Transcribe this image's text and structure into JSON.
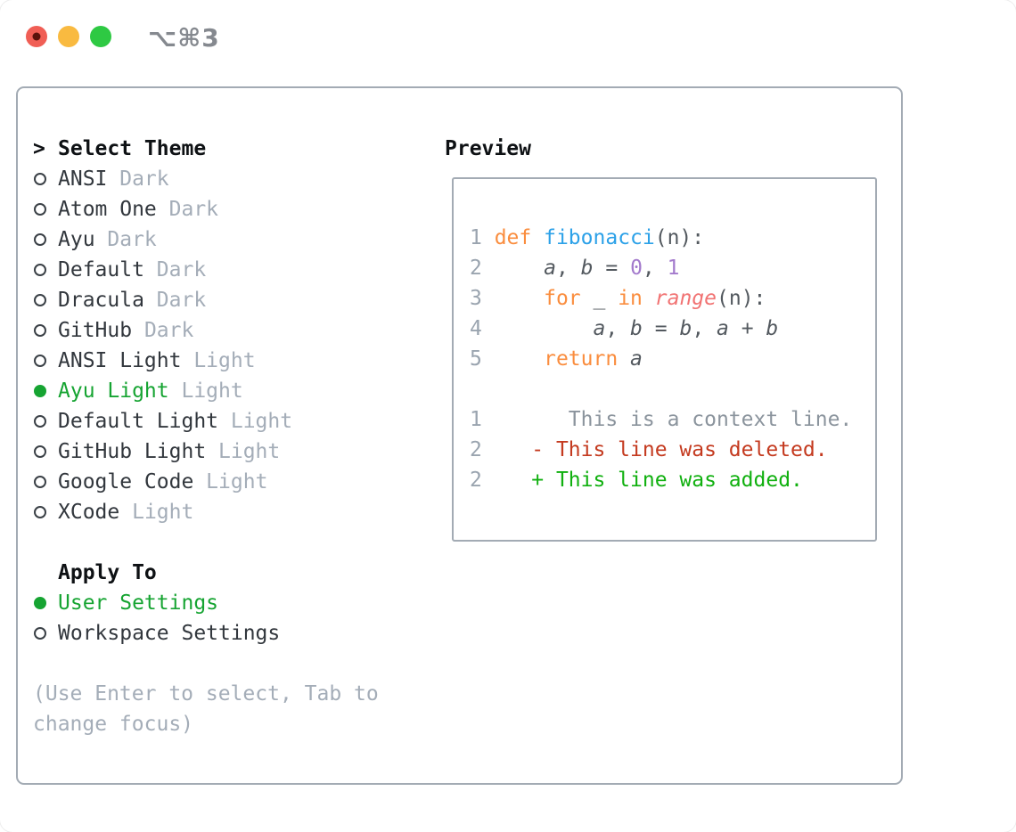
{
  "window": {
    "title": "⌥⌘3",
    "traffic_lights": [
      "close",
      "minimize",
      "zoom"
    ]
  },
  "theme_list": {
    "header_prefix": ">",
    "header": "Select Theme",
    "items": [
      {
        "name": "ANSI",
        "variant": "Dark",
        "selected": false
      },
      {
        "name": "Atom One",
        "variant": "Dark",
        "selected": false
      },
      {
        "name": "Ayu",
        "variant": "Dark",
        "selected": false
      },
      {
        "name": "Default",
        "variant": "Dark",
        "selected": false
      },
      {
        "name": "Dracula",
        "variant": "Dark",
        "selected": false
      },
      {
        "name": "GitHub",
        "variant": "Dark",
        "selected": false
      },
      {
        "name": "ANSI Light",
        "variant": "Light",
        "selected": false
      },
      {
        "name": "Ayu Light",
        "variant": "Light",
        "selected": true
      },
      {
        "name": "Default Light",
        "variant": "Light",
        "selected": false
      },
      {
        "name": "GitHub Light",
        "variant": "Light",
        "selected": false
      },
      {
        "name": "Google Code",
        "variant": "Light",
        "selected": false
      },
      {
        "name": "XCode",
        "variant": "Light",
        "selected": false
      }
    ]
  },
  "apply_to": {
    "header": "Apply To",
    "options": [
      {
        "name": "User Settings",
        "selected": true
      },
      {
        "name": "Workspace Settings",
        "selected": false
      }
    ]
  },
  "hint_lines": [
    "(Use Enter to select, Tab to",
    "change focus)"
  ],
  "preview": {
    "header": "Preview",
    "code_lines": [
      {
        "num": "1",
        "tokens": [
          {
            "t": "def",
            "c": "kw"
          },
          {
            "t": " ",
            "c": "fg"
          },
          {
            "t": "fibonacci",
            "c": "fn"
          },
          {
            "t": "(n):",
            "c": "fg"
          }
        ]
      },
      {
        "num": "2",
        "tokens": [
          {
            "t": "    ",
            "c": "fg"
          },
          {
            "t": "a",
            "c": "fg",
            "i": true
          },
          {
            "t": ", ",
            "c": "fg"
          },
          {
            "t": "b",
            "c": "fg",
            "i": true
          },
          {
            "t": " = ",
            "c": "fg"
          },
          {
            "t": "0",
            "c": "num"
          },
          {
            "t": ", ",
            "c": "fg"
          },
          {
            "t": "1",
            "c": "num"
          }
        ]
      },
      {
        "num": "3",
        "tokens": [
          {
            "t": "    ",
            "c": "fg"
          },
          {
            "t": "for",
            "c": "kw"
          },
          {
            "t": " _ ",
            "c": "fg"
          },
          {
            "t": "in",
            "c": "kw"
          },
          {
            "t": " ",
            "c": "fg"
          },
          {
            "t": "range",
            "c": "call",
            "i": true
          },
          {
            "t": "(n):",
            "c": "fg"
          }
        ]
      },
      {
        "num": "4",
        "tokens": [
          {
            "t": "        ",
            "c": "fg"
          },
          {
            "t": "a",
            "c": "fg",
            "i": true
          },
          {
            "t": ", ",
            "c": "fg"
          },
          {
            "t": "b",
            "c": "fg",
            "i": true
          },
          {
            "t": " = ",
            "c": "fg"
          },
          {
            "t": "b",
            "c": "fg",
            "i": true
          },
          {
            "t": ", ",
            "c": "fg"
          },
          {
            "t": "a",
            "c": "fg",
            "i": true
          },
          {
            "t": " + ",
            "c": "fg"
          },
          {
            "t": "b",
            "c": "fg",
            "i": true
          }
        ]
      },
      {
        "num": "5",
        "tokens": [
          {
            "t": "    ",
            "c": "fg"
          },
          {
            "t": "return",
            "c": "kw"
          },
          {
            "t": " ",
            "c": "fg"
          },
          {
            "t": "a",
            "c": "fg",
            "i": true
          }
        ]
      },
      {
        "num": "",
        "tokens": []
      },
      {
        "num": "1",
        "tokens": [
          {
            "t": "      This is a context line.",
            "c": "ctx"
          }
        ]
      },
      {
        "num": "2",
        "tokens": [
          {
            "t": "   ",
            "c": "fg"
          },
          {
            "t": "- This line was deleted.",
            "c": "del"
          }
        ]
      },
      {
        "num": "2",
        "tokens": [
          {
            "t": "   ",
            "c": "fg"
          },
          {
            "t": "+ This line was added.",
            "c": "add"
          }
        ]
      }
    ]
  },
  "colors": {
    "heading": "#0e1114",
    "name": "#32373d",
    "muted": "#a4adb8",
    "border": "#a3abb4",
    "ring": "#3a4046",
    "selected": "#16a432",
    "lineno": "#9aa4af",
    "fg": "#53595f",
    "kw": "#fa8d3e",
    "fn": "#2ca1e8",
    "num": "#a37acc",
    "call": "#f17373",
    "ctx": "#8b949d",
    "del": "#c43a1f",
    "add": "#10b00f",
    "title": "#85898f",
    "tl_red": "#f05e55",
    "tl_red_dot": "#5a120b",
    "tl_yellow": "#f9ba40",
    "tl_green": "#2ec943"
  }
}
